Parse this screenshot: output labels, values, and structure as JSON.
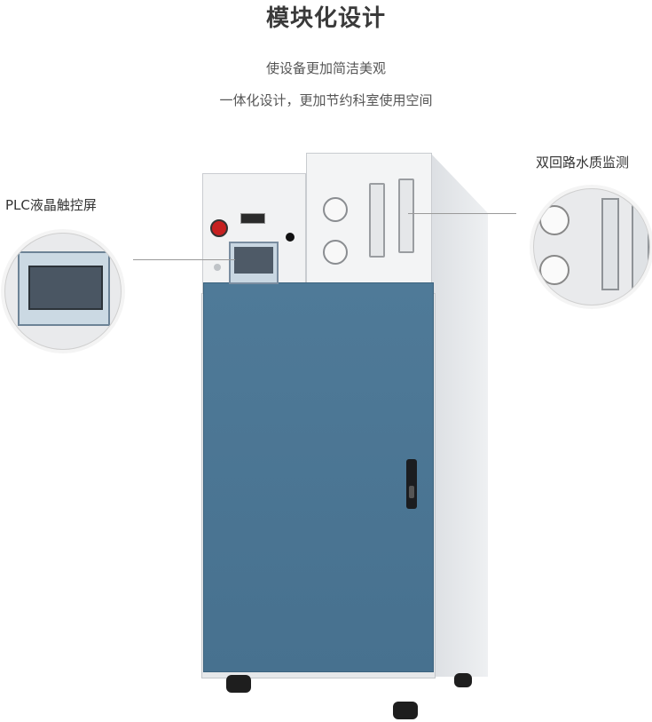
{
  "header": {
    "title": "模块化设计",
    "subtitle_line1": "使设备更加简洁美观",
    "subtitle_line2": "一体化设计，更加节约科室使用空间"
  },
  "callouts": {
    "left_label": "PLC液晶触控屏",
    "right_label": "双回路水质监测"
  },
  "colors": {
    "door": "#4b7694",
    "panel": "#f1f2f3",
    "title": "#3a3a3a"
  }
}
